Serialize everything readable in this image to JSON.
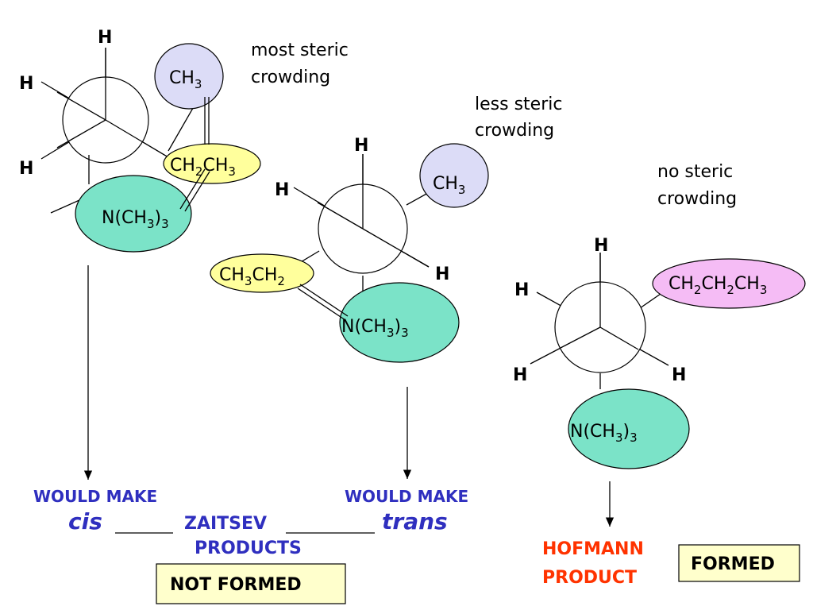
{
  "newman": [
    {
      "note_lines": [
        "most steric",
        "crowding"
      ],
      "front_h": [
        "H",
        "H",
        "H"
      ],
      "groups": {
        "methyl": {
          "parts": [
            "CH",
            "3"
          ]
        },
        "ethyl": {
          "parts": [
            "CH",
            "2",
            "CH",
            "3"
          ]
        },
        "amine": {
          "parts": [
            "N(CH",
            "3",
            ")",
            "3"
          ]
        }
      },
      "arrow_caption": "WOULD MAKE",
      "isomer": "cis"
    },
    {
      "note_lines": [
        "less steric",
        "crowding"
      ],
      "front_h": [
        "H",
        "H",
        "H"
      ],
      "groups": {
        "methyl": {
          "parts": [
            "CH",
            "3"
          ]
        },
        "ethyl": {
          "parts": [
            "CH",
            "3",
            "CH",
            "2"
          ]
        },
        "amine": {
          "parts": [
            "N(CH",
            "3",
            ")",
            "3"
          ]
        }
      },
      "arrow_caption": "WOULD MAKE",
      "isomer": "trans"
    },
    {
      "note_lines": [
        "no steric",
        "crowding"
      ],
      "front_h": [
        "H",
        "H",
        "H",
        "H"
      ],
      "groups": {
        "propyl": {
          "parts": [
            "CH",
            "2",
            "CH",
            "2",
            "CH",
            "3"
          ]
        },
        "amine": {
          "parts": [
            "N(CH",
            "3",
            ")",
            "3"
          ]
        }
      }
    }
  ],
  "zaitsev": {
    "line1": "ZAITSEV",
    "line2": "PRODUCTS",
    "status": "NOT FORMED"
  },
  "hofmann": {
    "line1": "HOFMANN",
    "line2": "PRODUCT",
    "status": "FORMED"
  },
  "colors": {
    "lavender": "#dcdcf7",
    "yellow": "#ffff9c",
    "teal": "#7be3c8",
    "pink": "#f5bcf5",
    "box_fill": "#ffffcc",
    "blue_text": "#2f2fbf",
    "red_text": "#ff3300"
  }
}
